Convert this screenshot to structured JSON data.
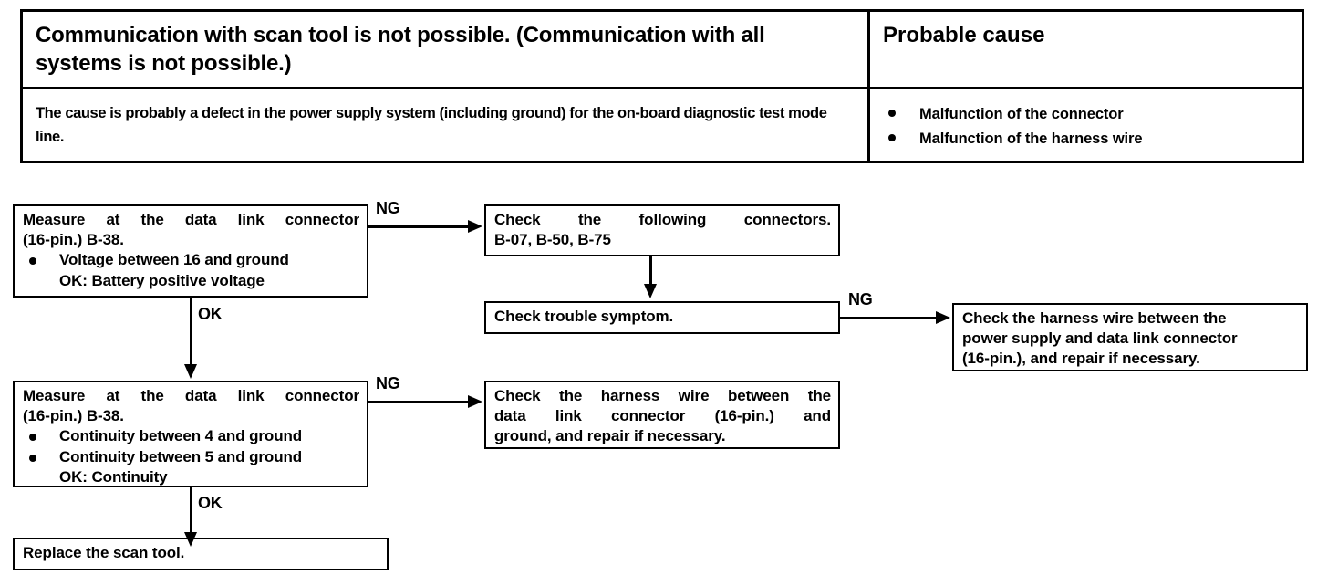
{
  "table": {
    "header": {
      "symptom": "Communication with scan tool is not possible.  (Communication with all systems is not possible.)",
      "probable_cause": "Probable cause"
    },
    "body": {
      "cause_description": "The cause is probably a defect in the power supply system (including ground) for the on-board diagnostic test mode line.",
      "causes": [
        "Malfunction of the connector",
        "Malfunction of the harness wire"
      ]
    }
  },
  "flowchart": {
    "boxes": {
      "measure1": {
        "line1": "Measure at the data link connector",
        "line2": "(16-pin.) B-38.",
        "bullet1": "Voltage between 16 and ground",
        "sub1": "OK: Battery positive voltage"
      },
      "connectors": {
        "line1": "Check the following connectors.",
        "line2": "B-07, B-50, B-75"
      },
      "symptom": {
        "line1": "Check trouble symptom."
      },
      "harness_power_supply": {
        "line1": "Check the harness wire between the",
        "line2": "power supply and data link connector",
        "line3": "(16-pin.), and repair if necessary."
      },
      "measure2": {
        "line1": "Measure at the data link connector",
        "line2": "(16-pin.) B-38.",
        "bullet1": "Continuity between 4 and ground",
        "bullet2": "Continuity between 5 and ground",
        "sub1": "OK: Continuity"
      },
      "harness_ground": {
        "line1": "Check the harness wire between the",
        "line2": "data link connector (16-pin.) and",
        "line3": "ground, and repair if necessary."
      },
      "replace": {
        "line1": "Replace the scan tool."
      }
    },
    "edge_labels": {
      "measure1_ng": "NG",
      "measure1_ok": "OK",
      "symptom_ng": "NG",
      "measure2_ng": "NG",
      "measure2_ok": "OK"
    }
  },
  "colors": {
    "ink": "#000000",
    "paper": "#ffffff"
  }
}
